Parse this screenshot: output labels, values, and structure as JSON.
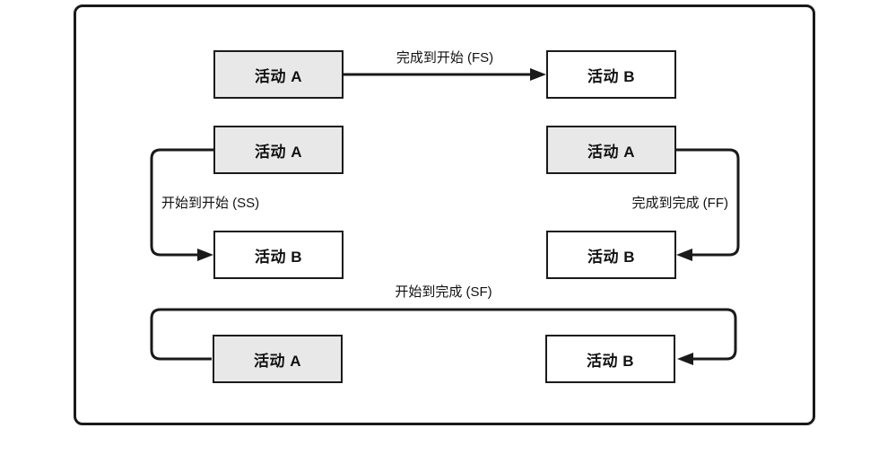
{
  "diagram": {
    "type": "dependency-relationships",
    "sections": {
      "fs": {
        "relation_label": "完成到开始 (FS)",
        "from_label": "活动 A",
        "to_label": "活动 B"
      },
      "ss": {
        "relation_label": "开始到开始 (SS)",
        "from_label": "活动 A",
        "to_label": "活动 B"
      },
      "ff": {
        "relation_label": "完成到完成 (FF)",
        "from_label": "活动 A",
        "to_label": "活动 B"
      },
      "sf": {
        "relation_label": "开始到完成 (SF)",
        "from_label": "活动 A",
        "to_label": "活动 B"
      }
    },
    "colors": {
      "predecessor_fill": "#e8e8e8",
      "successor_fill": "#ffffff",
      "stroke": "#1a1a1a",
      "background": "#ffffff"
    }
  }
}
